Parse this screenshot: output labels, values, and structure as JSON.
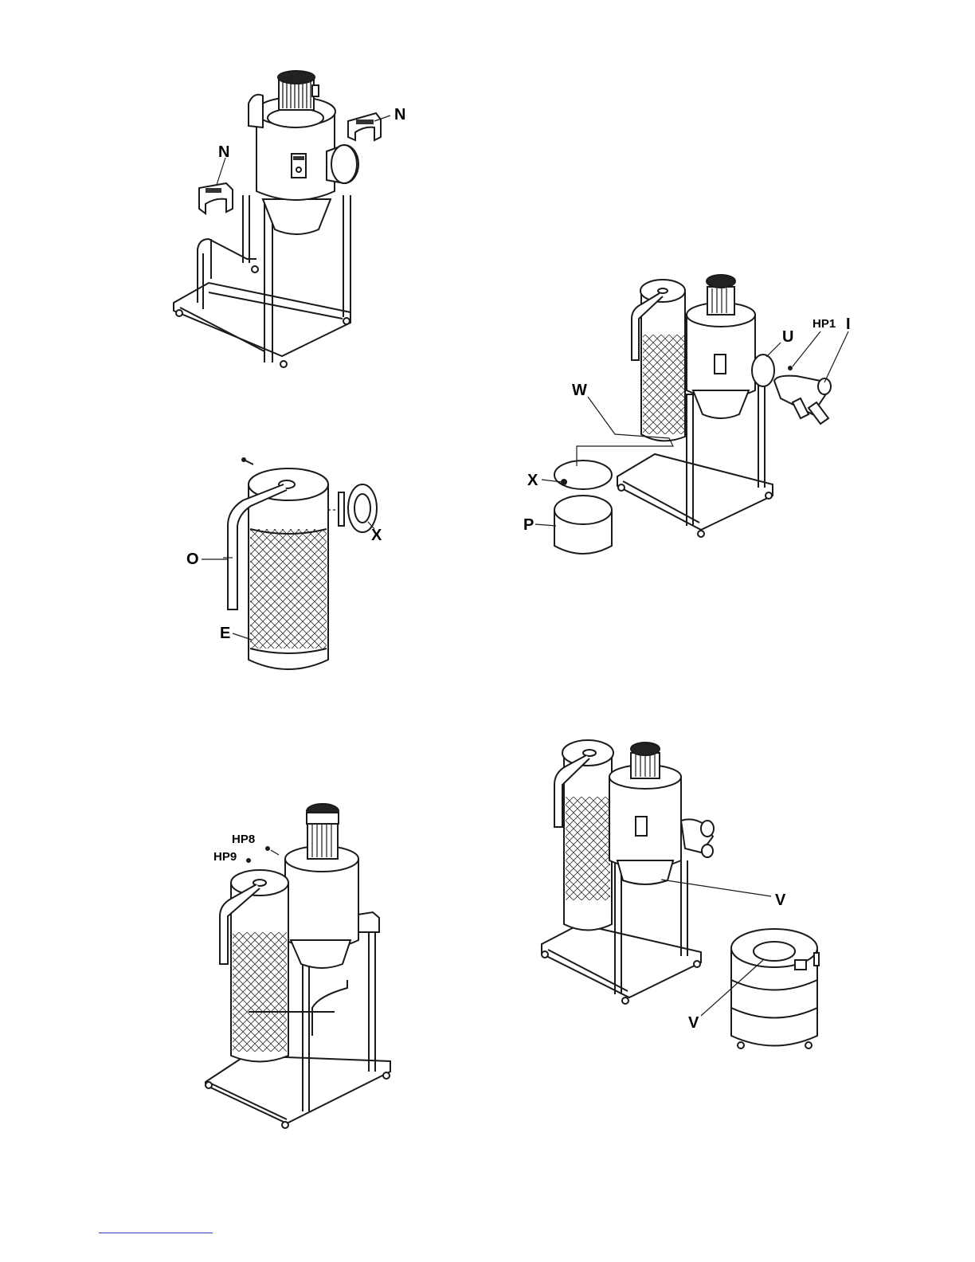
{
  "figures": [
    {
      "id": "fig-1",
      "labels": {
        "n_right": "N",
        "n_left": "N"
      }
    },
    {
      "id": "fig-2",
      "labels": {
        "x": "X",
        "o": "O",
        "e": "E"
      }
    },
    {
      "id": "fig-3",
      "labels": {
        "hp8": "HP8",
        "hp9": "HP9"
      }
    },
    {
      "id": "fig-4",
      "labels": {
        "u": "U",
        "hp1": "HP1",
        "i": "I",
        "w": "W",
        "x": "X",
        "p": "P"
      }
    },
    {
      "id": "fig-5",
      "labels": {
        "v_top": "V",
        "v_bottom": "V"
      }
    }
  ],
  "colors": {
    "line": "#1a1a1a",
    "fill": "#ffffff",
    "shade": "#d9d9d9",
    "link": "#1f3fbf"
  }
}
